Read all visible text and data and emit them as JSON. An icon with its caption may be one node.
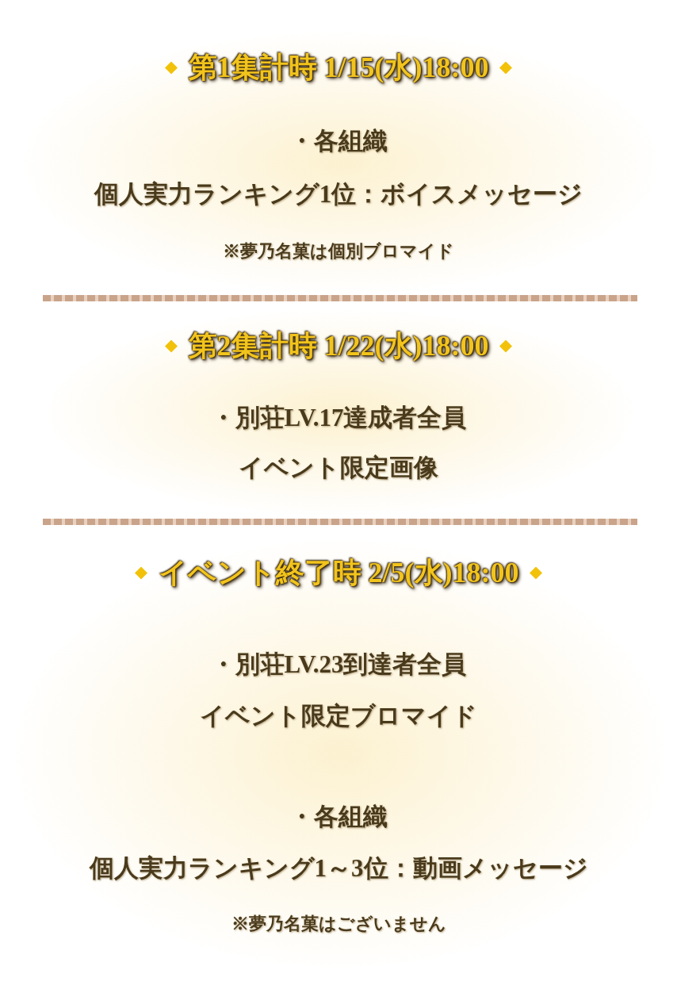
{
  "diagram": {
    "labels": [
      "第1集計時 1/15(水)18:00",
      "・各組織",
      "個人実力ランキング1位：ボイスメッセージ",
      "※夢乃名菓は個別ブロマイド",
      "第2集計時 1/22(水)18:00",
      "・別荘LV.17達成者全員",
      "イベント限定画像",
      "イベント終了時 2/5(水)18:00",
      "・別荘LV.23到達者全員",
      "イベント限定ブロマイド",
      "・各組織",
      "個人実力ランキング1～3位：動画メッセージ",
      "※夢乃名菓はございません"
    ]
  }
}
